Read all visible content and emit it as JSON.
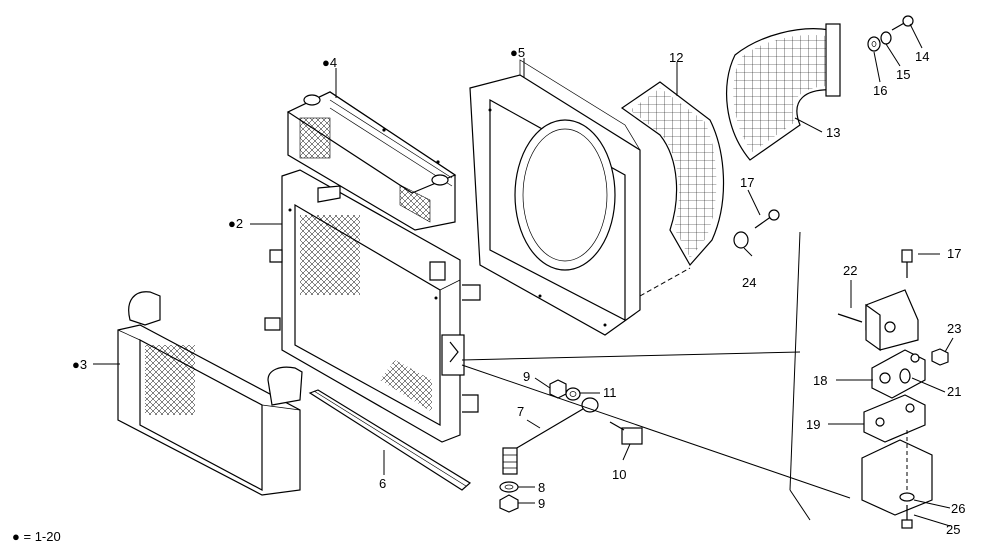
{
  "diagram": {
    "legend": {
      "symbol": "●",
      "text": "= 1-20"
    },
    "callouts": [
      {
        "id": "c2",
        "text": "●2"
      },
      {
        "id": "c3",
        "text": "●3"
      },
      {
        "id": "c4",
        "text": "●4"
      },
      {
        "id": "c5",
        "text": "●5"
      },
      {
        "id": "c6",
        "text": "6"
      },
      {
        "id": "c7",
        "text": "7"
      },
      {
        "id": "c8",
        "text": "8"
      },
      {
        "id": "c9a",
        "text": "9"
      },
      {
        "id": "c9b",
        "text": "9"
      },
      {
        "id": "c10",
        "text": "10"
      },
      {
        "id": "c11",
        "text": "11"
      },
      {
        "id": "c12",
        "text": "12"
      },
      {
        "id": "c13",
        "text": "13"
      },
      {
        "id": "c14",
        "text": "14"
      },
      {
        "id": "c15",
        "text": "15"
      },
      {
        "id": "c16",
        "text": "16"
      },
      {
        "id": "c17a",
        "text": "17"
      },
      {
        "id": "c17b",
        "text": "17"
      },
      {
        "id": "c18",
        "text": "18"
      },
      {
        "id": "c19",
        "text": "19"
      },
      {
        "id": "c21",
        "text": "21"
      },
      {
        "id": "c22",
        "text": "22"
      },
      {
        "id": "c23",
        "text": "23"
      },
      {
        "id": "c24",
        "text": "24"
      },
      {
        "id": "c25",
        "text": "25"
      },
      {
        "id": "c26",
        "text": "26"
      }
    ]
  }
}
